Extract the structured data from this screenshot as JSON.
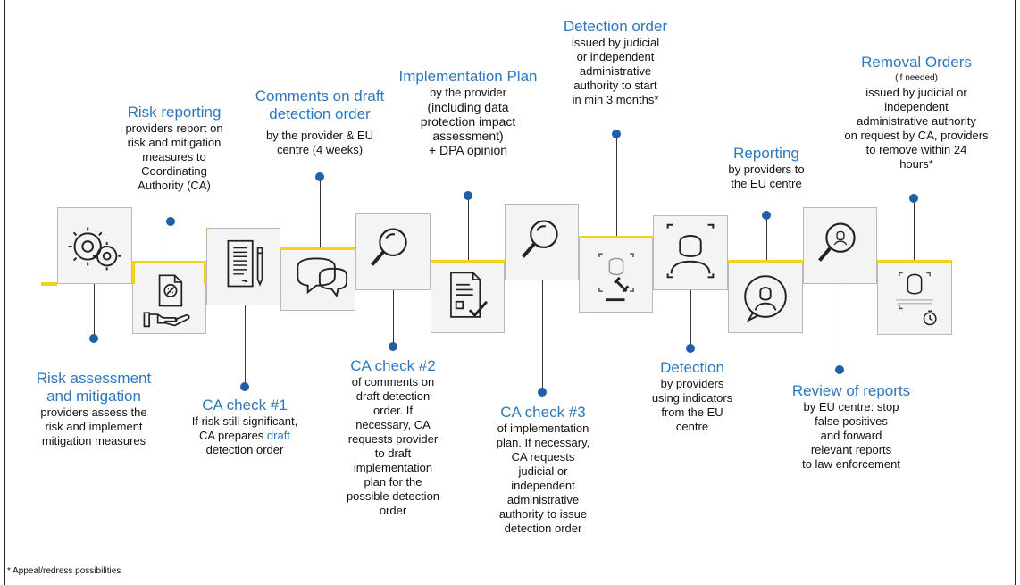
{
  "steps": {
    "risk_reporting": {
      "title": "Risk reporting",
      "desc": [
        "providers report on",
        "risk and mitigation",
        "measures to",
        "Coordinating",
        "Authority (CA)"
      ]
    },
    "comments_draft": {
      "title": [
        "Comments on draft",
        "detection order"
      ],
      "desc": [
        "by the provider & EU",
        "centre (4 weeks)"
      ]
    },
    "implementation_plan": {
      "title": "Implementation Plan",
      "desc": [
        "by the provider",
        "(including data",
        "protection impact",
        "assessment)",
        "+ DPA opinion"
      ]
    },
    "detection_order": {
      "title": "Detection order",
      "desc": [
        "issued by judicial",
        "or independent",
        "administrative",
        "authority to start",
        "in min 3 months*"
      ]
    },
    "reporting": {
      "title": "Reporting",
      "desc": [
        "by providers to",
        "the EU centre"
      ]
    },
    "removal_orders": {
      "title": "Removal Orders",
      "note": "(if needed)",
      "desc": [
        "issued by judicial or",
        "independent",
        "administrative authority",
        "on request by CA, providers",
        "to  remove within 24",
        "hours*"
      ]
    },
    "risk_assessment": {
      "title": [
        "Risk assessment",
        "and mitigation"
      ],
      "desc": [
        "providers assess the",
        "risk and implement",
        "mitigation measures"
      ]
    },
    "ca_check_1": {
      "title": "CA check #1",
      "desc": [
        "If risk still significant,",
        "CA prepares "
      ],
      "link": [
        "draft",
        "detection order"
      ]
    },
    "ca_check_2": {
      "title": "CA check #2",
      "desc": [
        "of comments on",
        "draft detection",
        "order. If",
        "necessary, CA",
        "requests provider",
        "to draft",
        "implementation",
        "plan for the",
        "possible detection",
        "order"
      ]
    },
    "ca_check_3": {
      "title": "CA check #3",
      "desc": [
        "of implementation",
        "plan. If necessary,",
        "CA requests",
        "judicial or",
        "independent",
        "administrative",
        "authority to issue",
        "detection order"
      ]
    },
    "detection": {
      "title": "Detection",
      "desc": [
        "by providers",
        "using indicators",
        "from the EU",
        "centre"
      ]
    },
    "review_reports": {
      "title": "Review of reports",
      "desc": [
        "by EU centre:  stop",
        "false positives",
        "and forward",
        "relevant reports",
        "to law enforcement"
      ]
    }
  },
  "icons": [
    "gears-icon",
    "document-hand-icon",
    "document-pen-icon",
    "speech-bubbles-icon",
    "magnifier-icon",
    "document-check-icon",
    "magnifier-icon",
    "face-gavel-icon",
    "face-scan-icon",
    "face-speech-icon",
    "magnifier-face-icon",
    "face-timer-icon"
  ],
  "colors": {
    "accent_blue": "#2d78bd",
    "timeline_yellow": "#f3d315",
    "dot_blue": "#1f5fa8"
  },
  "footnote": "* Appeal/redress possibilities"
}
